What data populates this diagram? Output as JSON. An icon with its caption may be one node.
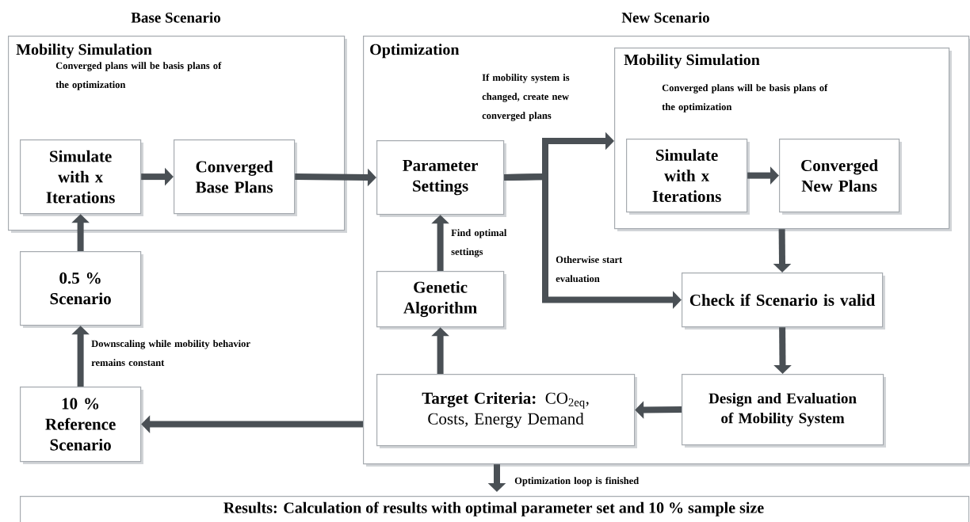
{
  "diagram": {
    "nodes": [
      {
        "text": [
          "Mobility Simulation",
          "Converged plans will be basis plans of the optimization"
        ]
      },
      {
        "text": [
          "Simulate with x Iterations"
        ],
        "in": 0
      },
      {
        "text": [
          "Converged Base Plans"
        ],
        "in": 0
      },
      {
        "text": [
          "Optimization"
        ]
      },
      {
        "text": [
          "Mobility Simulation",
          "Converged plans will be basis plans of the optimization"
        ],
        "in": 3
      },
      {
        "text": [
          "Simulate with x Iterations"
        ],
        "in": 4
      },
      {
        "text": [
          "Converged New Plans"
        ],
        "in": 4
      },
      {
        "text": [
          "Parameter Settings"
        ],
        "in": 3
      },
      {
        "text": [
          "Genetic Algorithm"
        ],
        "in": 3
      },
      {
        "text": [
          "**Target Criteria:** CO$_{2eq}$, Costs, Energy Demand"
        ],
        "in": 3
      },
      {
        "text": [
          "Check if Scenario is valid"
        ],
        "in": 3
      },
      {
        "text": [
          "Design and Evaluation of Mobility System"
        ],
        "in": 3
      },
      {
        "text": [
          "0.5 % Scenario"
        ]
      },
      {
        "text": [
          "10 % Reference Scenario"
        ]
      },
      {
        "text": [
          "Results: Calculation of results with optimal parameter set and 10 % sample size"
        ]
      }
    ],
    "edges": [
      {
        "from": 1,
        "to": 2,
        "arrow": "to"
      },
      {
        "from": 2,
        "to": 7,
        "arrow": "to"
      },
      {
        "from": 7,
        "to": 4,
        "arrow": "to",
        "label": "If mobility system is changed, create new converged plans"
      },
      {
        "from": 7,
        "to": 10,
        "arrow": "to",
        "label": "Otherwise start evaluation"
      },
      {
        "from": 5,
        "to": 6,
        "arrow": "to"
      },
      {
        "from": 4,
        "to": 10,
        "arrow": "to"
      },
      {
        "from": 10,
        "to": 11,
        "arrow": "to"
      },
      {
        "from": 11,
        "to": 9,
        "arrow": "to"
      },
      {
        "from": 9,
        "to": 8,
        "arrow": "to"
      },
      {
        "from": 8,
        "to": 7,
        "arrow": "to",
        "label": "Find optimal settings"
      },
      {
        "from": 3,
        "to": 13,
        "arrow": "to"
      },
      {
        "from": 13,
        "to": 12,
        "arrow": "to",
        "label": "Downscaling while mobility behavior remains constant"
      },
      {
        "from": 12,
        "to": 1,
        "arrow": "to"
      },
      {
        "from": 3,
        "to": 14,
        "arrow": "to",
        "label": "Optimization loop is finished"
      }
    ],
    "labels": [
      "Base Scenario",
      "New Scenario"
    ]
  }
}
